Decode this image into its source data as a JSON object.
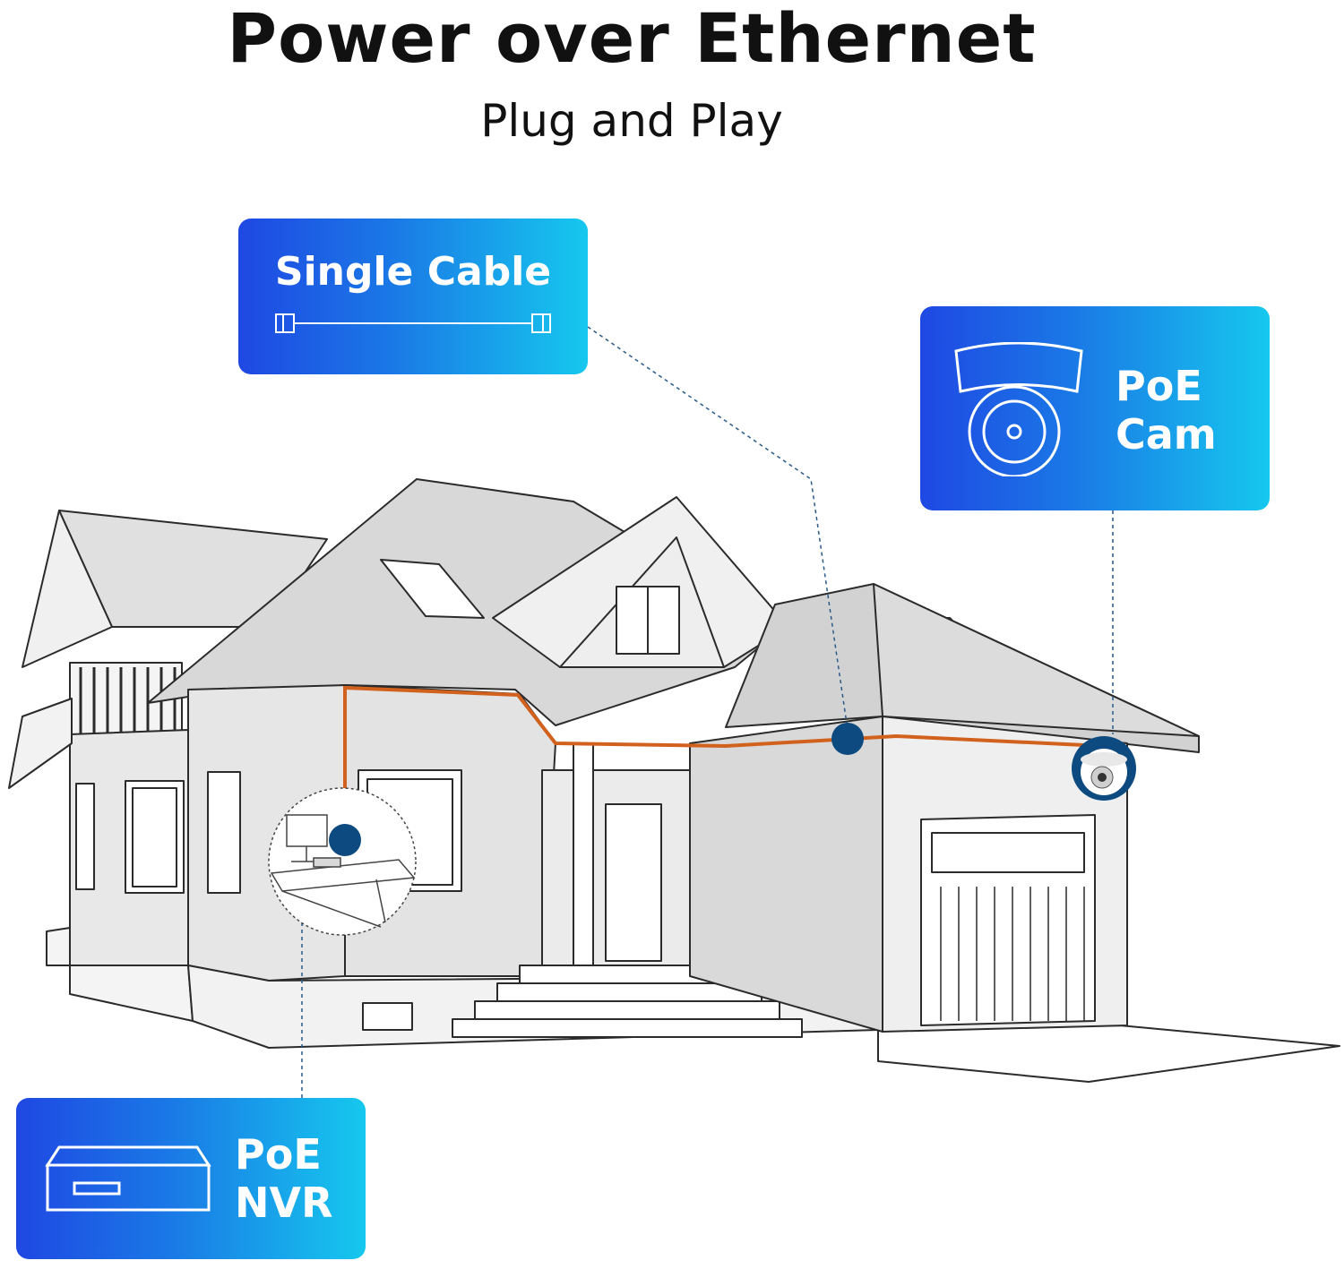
{
  "header": {
    "title": "Power over Ethernet",
    "subtitle": "Plug and Play"
  },
  "callouts": {
    "cable": {
      "label": "Single Cable",
      "icon": "cable-icon"
    },
    "camera": {
      "line1": "PoE",
      "line2": "Cam",
      "icon": "dome-camera-icon"
    },
    "nvr": {
      "line1": "PoE",
      "line2": "NVR",
      "icon": "nvr-box-icon"
    }
  },
  "colors": {
    "card_gradient_start": "#1f48e3",
    "card_gradient_end": "#16c8ee",
    "cable": "#d2611e",
    "marker": "#0c4a80",
    "house_fill": "#e6e6e6",
    "roof_fill": "#d8d8d8",
    "outline": "#2b2b2b"
  }
}
